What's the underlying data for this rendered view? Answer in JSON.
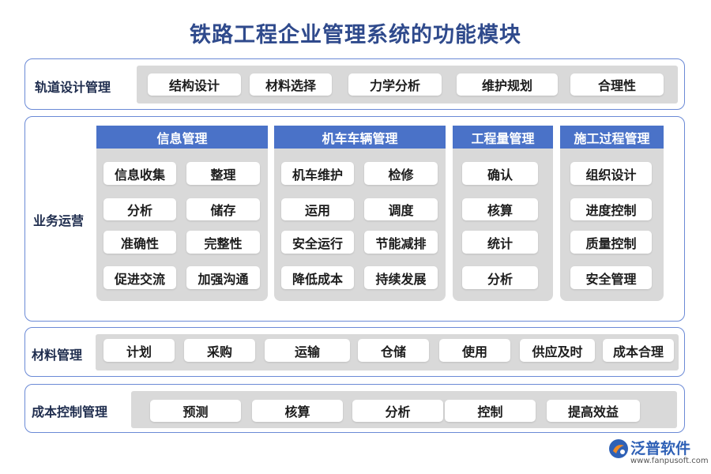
{
  "title": "铁路工程企业管理系统的功能模块",
  "sections": {
    "track": {
      "label": "轨道设计管理",
      "items": [
        "结构设计",
        "材料选择",
        "力学分析",
        "维护规划",
        "合理性"
      ]
    },
    "business": {
      "label": "业务运营",
      "groups": [
        {
          "header": "信息管理",
          "items": [
            "信息收集",
            "整理",
            "分析",
            "储存",
            "准确性",
            "完整性",
            "促进交流",
            "加强沟通"
          ]
        },
        {
          "header": "机车车辆管理",
          "items": [
            "机车维护",
            "检修",
            "运用",
            "调度",
            "安全运行",
            "节能减排",
            "降低成本",
            "持续发展"
          ]
        },
        {
          "header": "工程量管理",
          "items": [
            "确认",
            "核算",
            "统计",
            "分析"
          ]
        },
        {
          "header": "施工过程管理",
          "items": [
            "组织设计",
            "进度控制",
            "质量控制",
            "安全管理"
          ]
        }
      ]
    },
    "material": {
      "label": "材料管理",
      "items": [
        "计划",
        "采购",
        "运输",
        "仓储",
        "使用",
        "供应及时",
        "成本合理"
      ]
    },
    "cost": {
      "label": "成本控制管理",
      "items": [
        "预测",
        "核算",
        "分析",
        "控制",
        "提高效益"
      ]
    }
  },
  "brand": {
    "name": "泛普软件",
    "url": "www.fanpusoft.com"
  },
  "colors": {
    "title": "#2f4a8c",
    "section_border": "#6b8ad6",
    "group_header": "#4a72c8",
    "strip": "#d9d9d9",
    "brand": "#2f61b6"
  }
}
